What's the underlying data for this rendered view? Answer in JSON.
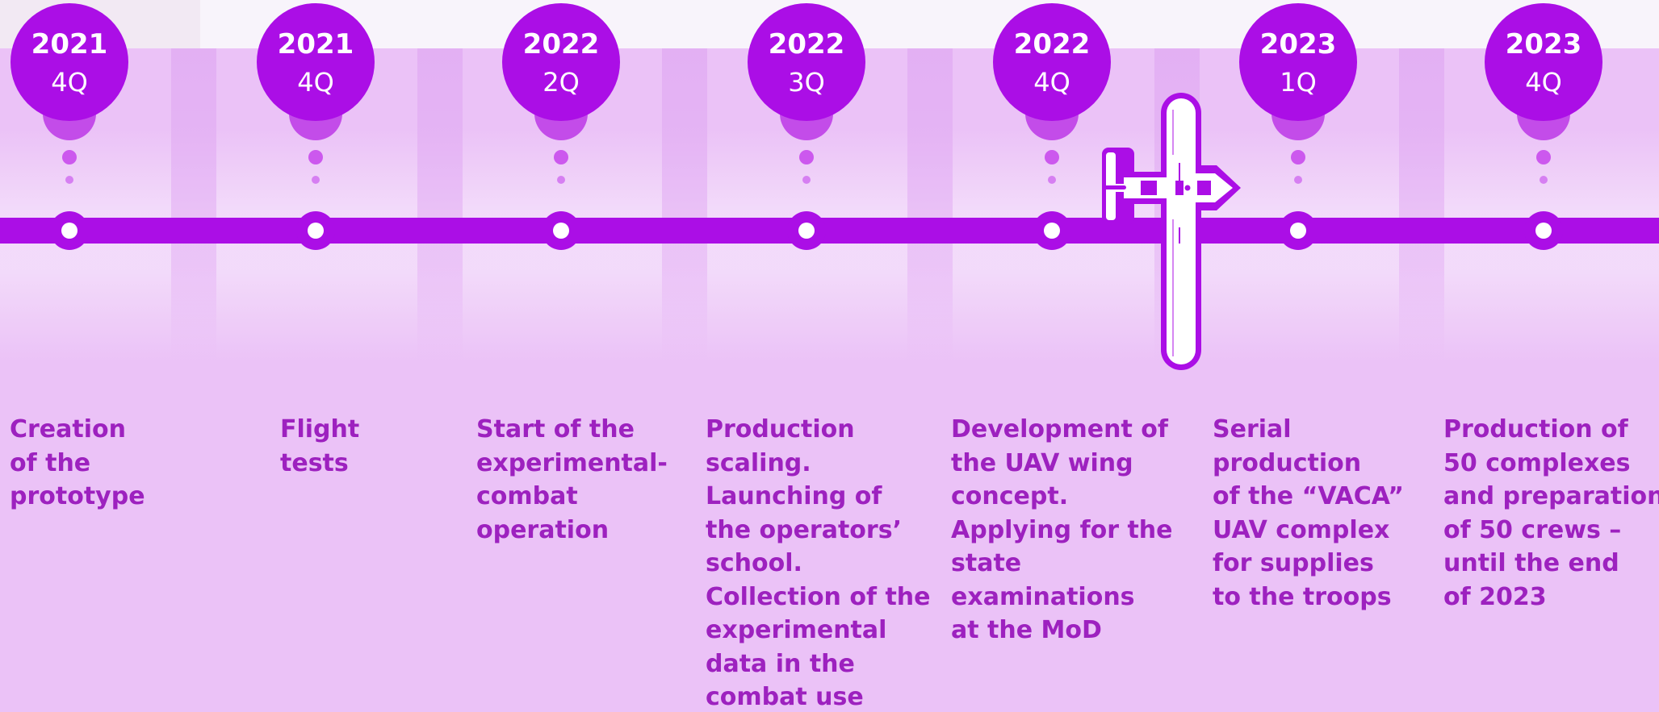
{
  "colors": {
    "background": "#ebc2f7",
    "accent": "#ab0ee6",
    "text": "#9d21bf",
    "bubble_text": "#ffffff"
  },
  "milestones": [
    {
      "year": "2021",
      "quarter": "4Q",
      "description_lines": [
        "Creation",
        "of the",
        "prototype"
      ]
    },
    {
      "year": "2021",
      "quarter": "4Q",
      "description_lines": [
        "Flight",
        "tests"
      ]
    },
    {
      "year": "2022",
      "quarter": "2Q",
      "description_lines": [
        "Start of the",
        "experimental-",
        "combat",
        "operation"
      ]
    },
    {
      "year": "2022",
      "quarter": "3Q",
      "description_lines": [
        "Production",
        "scaling.",
        "Launching of",
        "the operators’",
        "school.",
        "Collection of the",
        "experimental",
        "data in the",
        "combat use"
      ]
    },
    {
      "year": "2022",
      "quarter": "4Q",
      "description_lines": [
        "Development of",
        "the UAV wing",
        "concept.",
        "Applying for the",
        "state",
        "examinations",
        "at the MoD"
      ]
    },
    {
      "year": "2023",
      "quarter": "1Q",
      "description_lines": [
        "Serial",
        "production",
        "of the “VACA”",
        "UAV complex",
        "for supplies",
        "to the troops"
      ]
    },
    {
      "year": "2023",
      "quarter": "4Q",
      "description_lines": [
        "Production of",
        "50 complexes",
        "and preparation",
        "of 50 crews –",
        "until the end",
        "of 2023"
      ]
    }
  ],
  "icons": {
    "timeline_marker": "drone-icon"
  }
}
